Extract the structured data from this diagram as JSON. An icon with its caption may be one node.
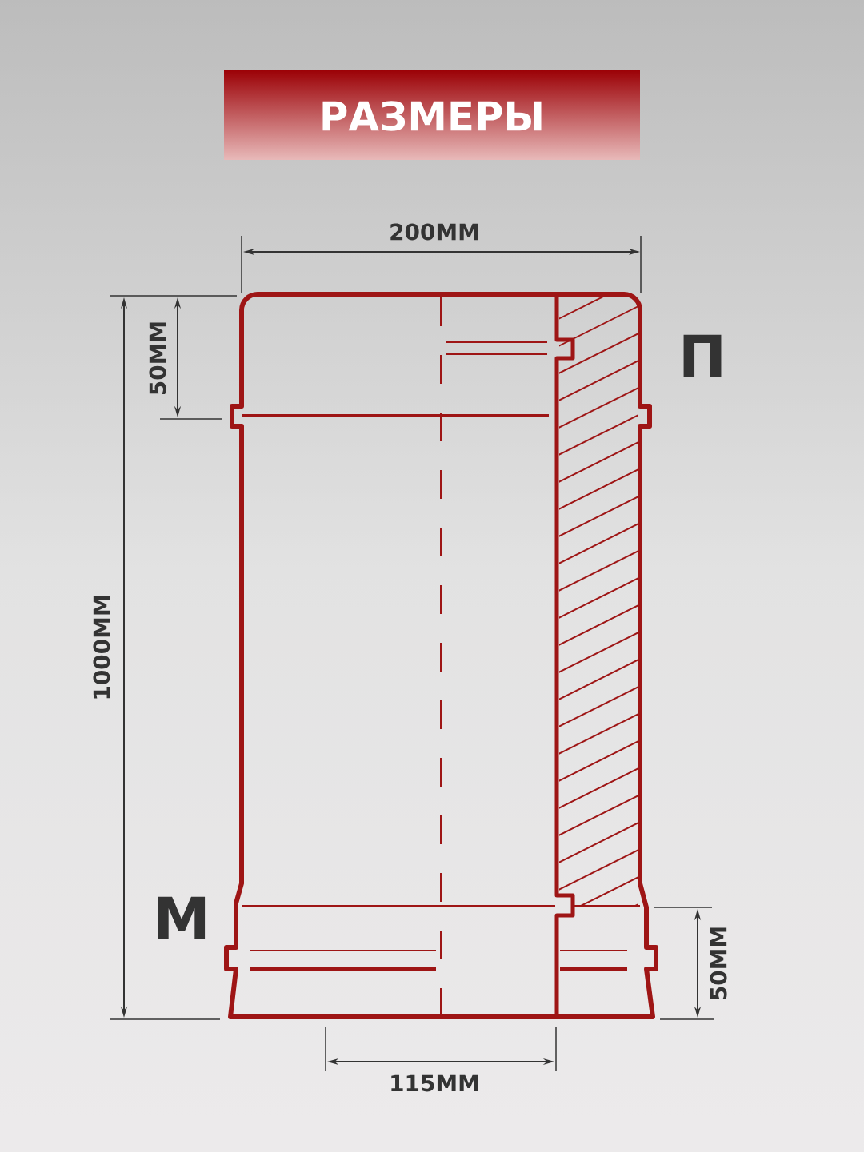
{
  "diagram": {
    "title": "РАЗМЕРЫ",
    "labels": [
      "200ММ",
      "50ММ",
      "П",
      "1000ММ",
      "М",
      "50ММ",
      "115ММ"
    ]
  }
}
